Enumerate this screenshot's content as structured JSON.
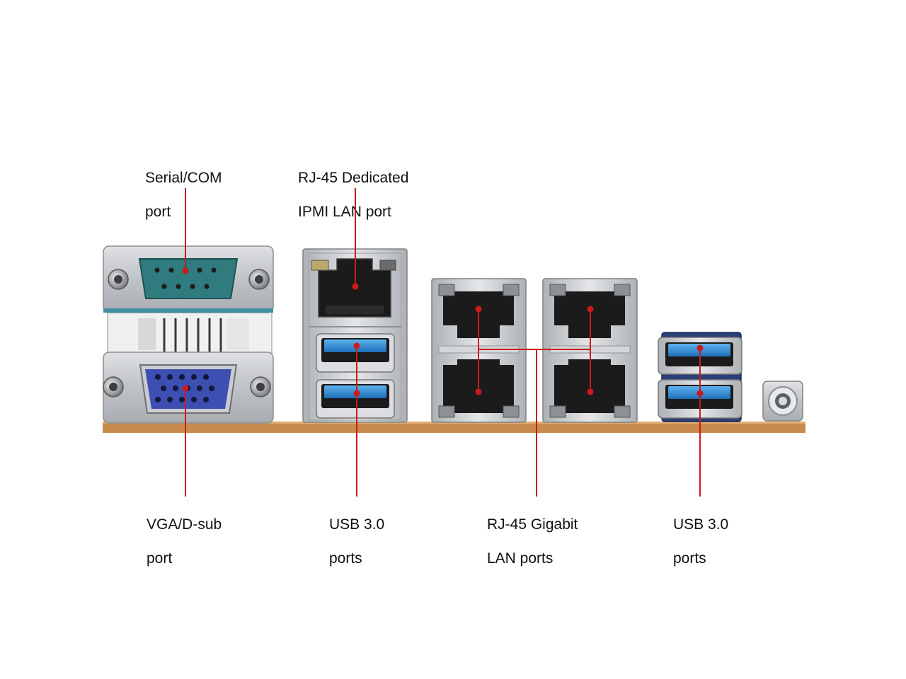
{
  "labels": {
    "serial": {
      "line1": "Serial/COM",
      "line2": "port"
    },
    "ipmi": {
      "line1": "RJ-45 Dedicated",
      "line2": "IPMI LAN port"
    },
    "vga": {
      "line1": "VGA/D-sub",
      "line2": "port"
    },
    "usb_left": {
      "line1": "USB 3.0",
      "line2": "ports"
    },
    "lan": {
      "line1": "RJ-45 Gigabit",
      "line2": "LAN ports"
    },
    "usb_right": {
      "line1": "USB 3.0",
      "line2": "ports"
    }
  },
  "colors": {
    "callout_line": "#cc1a1a",
    "pcb": "#c98a4e",
    "metal": "#c4c6c9",
    "serial_connector": "#2f7b7d",
    "vga_connector": "#3d4fb0",
    "usb_blue": "#2f8fd8",
    "port_black": "#1b1b1b"
  },
  "icons": [
    "serial-port-icon",
    "vga-port-icon",
    "rj45-port-icon",
    "usb-port-icon",
    "audio-jack-icon"
  ]
}
